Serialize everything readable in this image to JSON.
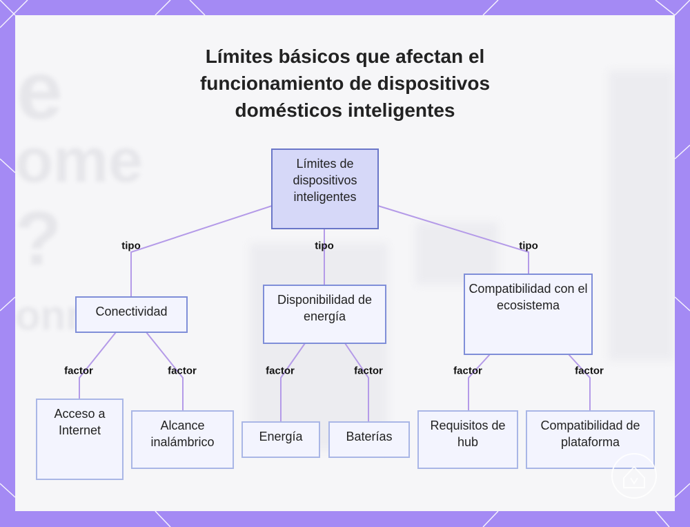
{
  "title": "Límites básicos que afectan el funcionamiento de dispositivos domésticos inteligentes",
  "nodes": {
    "root": "Límites de dispositivos inteligentes",
    "conectividad": "Conectividad",
    "energia_disp": "Disponibilidad de energía",
    "compat_eco": "Compatibilidad con el ecosistema",
    "acceso": "Acceso a Internet",
    "alcance": "Alcance inalámbrico",
    "energia": "Energía",
    "baterias": "Baterías",
    "hub": "Requisitos de hub",
    "plataforma": "Compatibilidad de plataforma"
  },
  "edge_labels": {
    "tipo": "tipo",
    "factor": "factor"
  },
  "background_text": [
    "e",
    "ome",
    "?",
    "onn"
  ],
  "colors": {
    "frame": "#a48af4",
    "edge": "#b49ae8",
    "root_fill": "#d6d8f8",
    "node_fill": "#f3f4fe",
    "node_border": "#a9b6e6"
  }
}
